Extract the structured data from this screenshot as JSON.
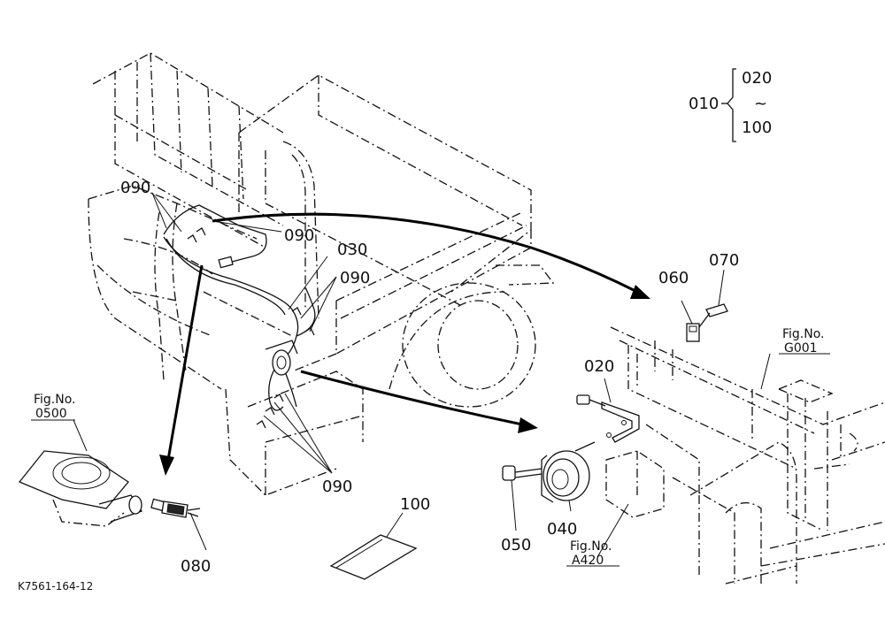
{
  "figure_code": "K7561-164-12",
  "range_legend": {
    "parent": "010",
    "from": "020",
    "tilde": "~",
    "to": "100"
  },
  "part_labels": {
    "p090_a": "090",
    "p090_b": "090",
    "p030": "030",
    "p090_c": "090",
    "p090_d": "090",
    "p060": "060",
    "p070": "070",
    "p020": "020",
    "p040": "040",
    "p050": "050",
    "p080": "080",
    "p100": "100"
  },
  "figure_refs": {
    "g001_title": "Fig.No.",
    "g001_code": "G001",
    "f0500_title": "Fig.No.",
    "f0500_code": "0500",
    "a420_title": "Fig.No.",
    "a420_code": "A420"
  }
}
